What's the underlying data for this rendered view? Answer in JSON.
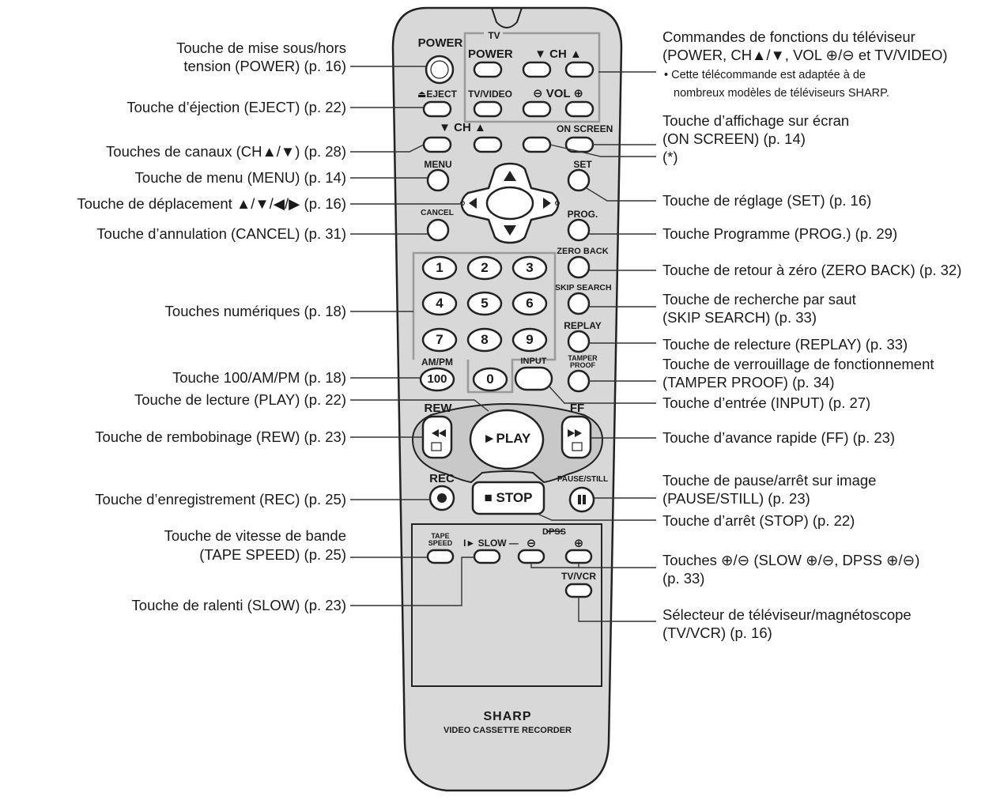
{
  "colors": {
    "body": "#d8d8d8",
    "outline": "#222222",
    "line": "#333333",
    "accent_rect": "#9a9a9a"
  },
  "remote": {
    "btn_power": "POWER",
    "tv_group": "TV",
    "tv_power": "POWER",
    "tv_ch": "▼  CH  ▲",
    "tv_video": "TV/VIDEO",
    "tv_vol": "⊖ VOL ⊕",
    "eject": "⏏EJECT",
    "ch": "▼    CH    ▲",
    "on_screen": "ON SCREEN",
    "menu": "MENU",
    "set": "SET",
    "cancel": "CANCEL",
    "prog": "PROG.",
    "zero_back": "ZERO BACK",
    "skip_search": "SKIP SEARCH",
    "replay": "REPLAY",
    "tamper_1": "TAMPER",
    "tamper_2": "PROOF",
    "num_1": "1",
    "num_2": "2",
    "num_3": "3",
    "num_4": "4",
    "num_5": "5",
    "num_6": "6",
    "num_7": "7",
    "num_8": "8",
    "num_9": "9",
    "num_0": "0",
    "ampm": "AM/PM",
    "num_100": "100",
    "input": "INPUT",
    "rew": "REW",
    "ff": "FF",
    "play": "►PLAY",
    "rec": "REC",
    "stop": "■ STOP",
    "pause": "PAUSE/STILL",
    "tape_speed_1": "TAPE",
    "tape_speed_2": "SPEED",
    "slow": "I► SLOW —",
    "dpss": "DPSS",
    "minus": "⊖",
    "plus": "⊕",
    "tvvcr": "TV/VCR",
    "brand": "SHARP",
    "model": "VIDEO CASSETTE RECORDER"
  },
  "labels_left": {
    "power_1": "Touche de mise sous/hors",
    "power_2": "tension (POWER) (p. 16)",
    "eject": "Touche d’éjection (EJECT) (p. 22)",
    "channels": "Touches de canaux (CH▲/▼) (p. 28)",
    "menu": "Touche de menu (MENU) (p. 14)",
    "move": "Touche de déplacement ▲/▼/◀/▶ (p. 16)",
    "cancel": "Touche d’annulation (CANCEL) (p. 31)",
    "numeric": "Touches numériques  (p. 18)",
    "t100": "Touche 100/AM/PM  (p. 18)",
    "play": "Touche de lecture (PLAY)  (p. 22)",
    "rew": "Touche de rembobinage (REW) (p. 23)",
    "rec": "Touche d’enregistrement (REC) (p. 25)",
    "tape_1": "Touche de vitesse de bande",
    "tape_2": "(TAPE SPEED) (p. 25)",
    "slow": "Touche de ralenti (SLOW) (p. 23)"
  },
  "labels_right": {
    "tv_1": "Commandes de fonctions du téléviseur",
    "tv_2": "(POWER, CH▲/▼, VOL ⊕/⊖ et TV/VIDEO)",
    "tv_note_1": "• Cette télécommande est adaptée à de",
    "tv_note_2": "nombreux modèles de téléviseurs SHARP.",
    "osd_1": "Touche d’affichage sur écran",
    "osd_2": "(ON SCREEN) (p. 14)",
    "star": "(*)",
    "set": "Touche de réglage (SET) (p. 16)",
    "prog": "Touche Programme (PROG.) (p. 29)",
    "zero": "Touche de retour à zéro (ZERO BACK) (p. 32)",
    "skip_1": "Touche de recherche par saut",
    "skip_2": "(SKIP SEARCH) (p. 33)",
    "replay": "Touche de relecture (REPLAY) (p. 33)",
    "tamper_1": "Touche de verrouillage de fonctionnement",
    "tamper_2": "(TAMPER PROOF) (p. 34)",
    "input": "Touche d’entrée (INPUT) (p. 27)",
    "ff": "Touche d’avance rapide (FF) (p. 23)",
    "pause_1": "Touche de pause/arrêt sur image",
    "pause_2": "(PAUSE/STILL) (p. 23)",
    "stop": "Touche d’arrêt (STOP) (p. 22)",
    "pm_1": "Touches ⊕/⊖ (SLOW ⊕/⊖, DPSS ⊕/⊖)",
    "pm_2": "(p. 33)",
    "tvvcr_1": "Sélecteur de téléviseur/magnétoscope",
    "tvvcr_2": "(TV/VCR) (p. 16)"
  }
}
